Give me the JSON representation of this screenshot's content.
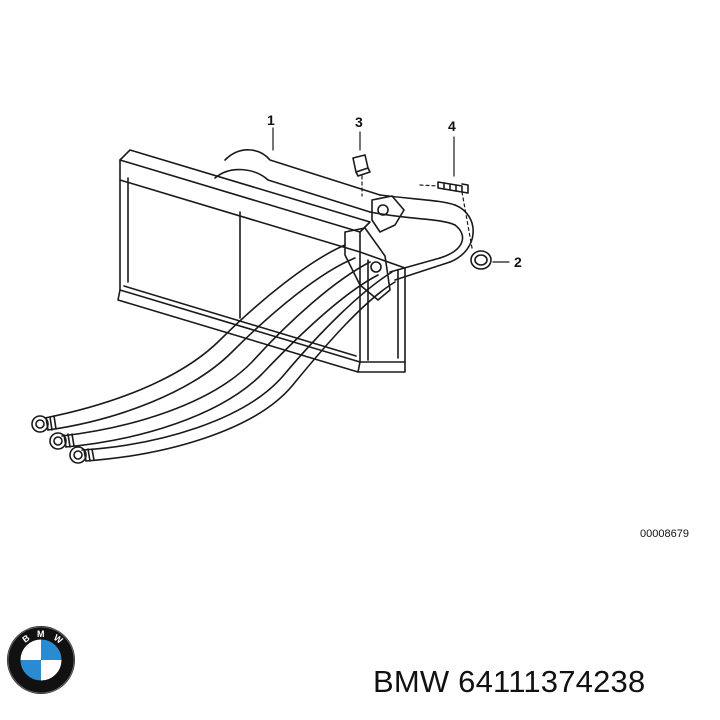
{
  "callouts": {
    "one": "1",
    "two": "2",
    "three": "3",
    "four": "4"
  },
  "reference_number": "00008679",
  "brand_logo_letters": "BMW",
  "part_label": "BMW 64111374238",
  "colors": {
    "line": "#1a1a1a",
    "logo_blue": "#2a8bd0",
    "logo_ring": "#111111",
    "background": "#ffffff"
  }
}
